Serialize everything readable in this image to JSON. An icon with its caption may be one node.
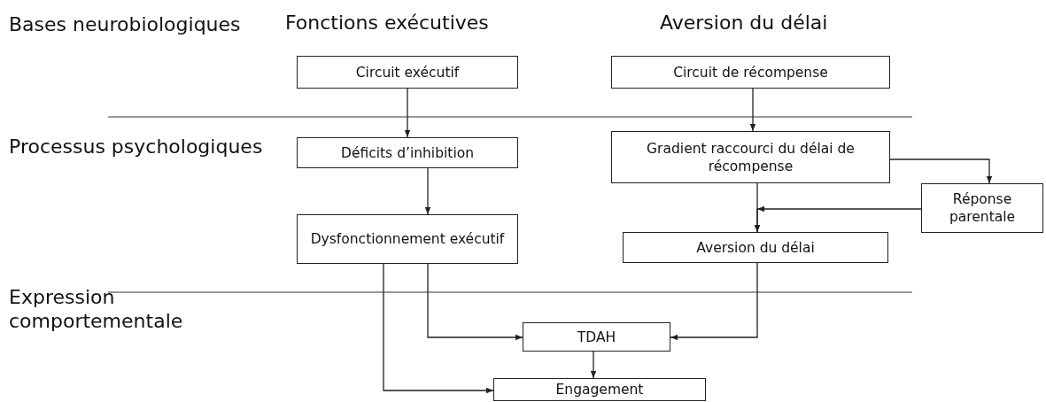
{
  "diagram": {
    "nodes": [
      {
        "text": [
          "Circuit exécutif"
        ]
      },
      {
        "text": [
          "Circuit de récompense"
        ]
      },
      {
        "text": [
          "Déficits d’inhibition"
        ]
      },
      {
        "text": [
          "Gradient raccourci du délai de récompense"
        ]
      },
      {
        "text": [
          "Réponse parentale"
        ]
      },
      {
        "text": [
          "Dysfonctionnement exécutif"
        ]
      },
      {
        "text": [
          "Aversion du délai"
        ]
      },
      {
        "text": [
          "TDAH"
        ]
      },
      {
        "text": [
          "Engagement"
        ]
      }
    ],
    "edges": [
      {
        "from": 0,
        "to": 2,
        "arrow": "to"
      },
      {
        "from": 1,
        "to": 3,
        "arrow": "to"
      },
      {
        "from": 2,
        "to": 5,
        "arrow": "to"
      },
      {
        "from": 3,
        "to": 4,
        "arrow": "to"
      },
      {
        "from": 3,
        "to": 6,
        "arrow": "to"
      },
      {
        "from": 4,
        "to": 6,
        "arrow": "to"
      },
      {
        "from": 5,
        "to": 7,
        "arrow": "to"
      },
      {
        "from": 6,
        "to": 7,
        "arrow": "to"
      },
      {
        "from": 7,
        "to": 8,
        "arrow": "to"
      },
      {
        "from": 5,
        "to": 8,
        "arrow": "to"
      }
    ],
    "labels": [
      "Bases neurobiologiques",
      "Fonctions exécutives",
      "Aversion du délai",
      "Processus psychologiques",
      "Expression comportementale"
    ]
  }
}
